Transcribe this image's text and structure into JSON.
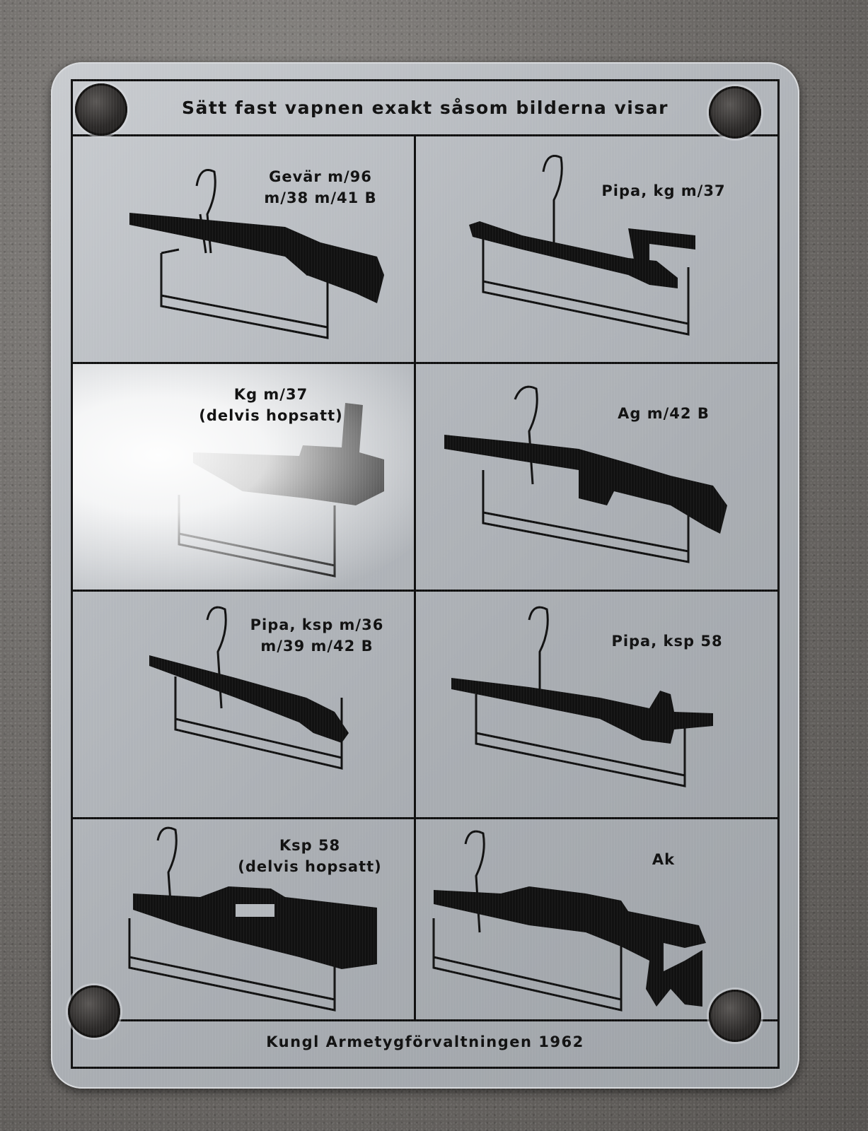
{
  "plate": {
    "title": "Sätt fast vapnen exakt såsom bilderna visar",
    "footer": "Kungl Armetygförvaltningen 1962",
    "panels": [
      {
        "label": "Gevär m/96\nm/38 m/41 B"
      },
      {
        "label": "Pipa, kg m/37"
      },
      {
        "label": "Kg m/37\n(delvis hopsatt)"
      },
      {
        "label": "Ag m/42 B"
      },
      {
        "label": "Pipa, ksp m/36\nm/39 m/42 B"
      },
      {
        "label": "Pipa, ksp 58"
      },
      {
        "label": "Ksp 58\n(delvis hopsatt)"
      },
      {
        "label": "Ak"
      }
    ]
  },
  "colors": {
    "ink": "#111111",
    "metal": "#b4b8bd",
    "background": "#6f6c69"
  },
  "icons": [
    "screw-icon",
    "weapon-rack-icon",
    "rifle-icon"
  ]
}
